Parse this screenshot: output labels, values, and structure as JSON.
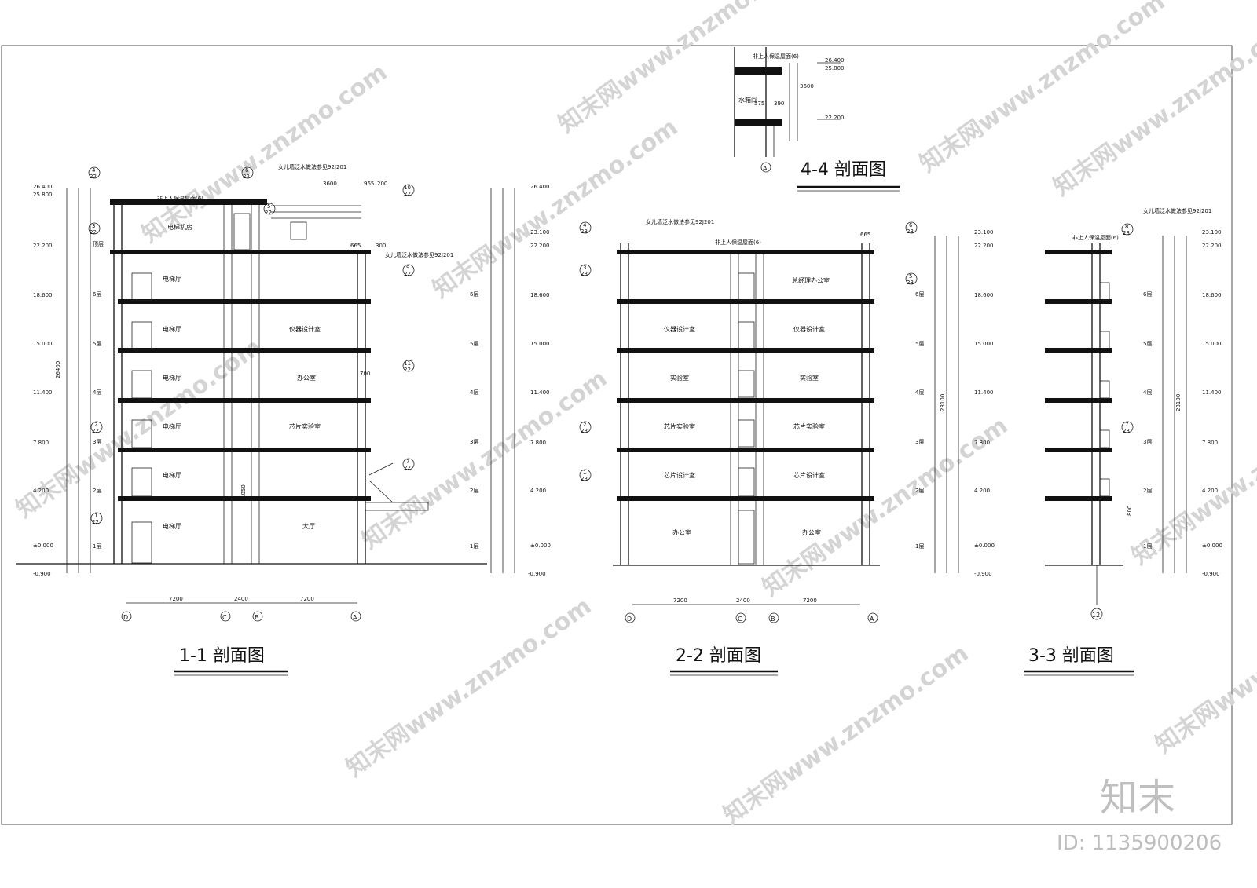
{
  "titles": {
    "s11": "1-1 剖面图",
    "s22": "2-2 剖面图",
    "s33": "3-3 剖面图",
    "s44": "4-4 剖面图"
  },
  "watermark": {
    "site": "www.znzmo.com",
    "brand": "知末网",
    "logo": "知末",
    "id": "ID: 1135900206"
  },
  "elevations": [
    "26.400",
    "25.800",
    "23.100",
    "22.200",
    "18.600",
    "15.000",
    "11.400",
    "7.800",
    "4.200",
    "±0.000",
    "-0.900"
  ],
  "floors": [
    "1层",
    "2层",
    "3层",
    "4层",
    "5层",
    "6层",
    "顶层"
  ],
  "axes": {
    "D": "D",
    "C": "C",
    "B": "B",
    "A": "A",
    "n12": "12"
  },
  "spans": {
    "a": "7200",
    "b": "2400",
    "c": "7200",
    "total": "26400",
    "total2": "23100"
  },
  "notes": {
    "roof": "非上人保温屋面(6)",
    "parapet": "女儿墙泛水做法参见92J201",
    "parapet2": "女儿墙泛水做法参见92J201",
    "d3600": "3600",
    "d965": "965",
    "d200": "200",
    "d665": "665",
    "d300": "300",
    "d575": "575",
    "d390": "390",
    "d700": "700",
    "d1050": "1050",
    "d800": "800"
  },
  "rooms_11": {
    "machine": "电梯机房",
    "lobby": "电梯厅",
    "instr": "仪器设计室",
    "office": "办公室",
    "chip_lab": "芯片实验室",
    "hall": "大厅",
    "water": "水箱间"
  },
  "rooms_22": {
    "gm": "总经理办公室",
    "instr": "仪器设计室",
    "lab": "实验室",
    "chip_lab": "芯片实验室",
    "chip_design": "芯片设计室",
    "office": "办公室"
  },
  "index_marks": {
    "m1": "1",
    "m2": "2",
    "m3": "3",
    "m4": "4",
    "m5": "5",
    "m6": "6",
    "m7": "7",
    "m8": "8",
    "m9": "9",
    "m10": "10",
    "m11": "11",
    "den22": "22",
    "den23": "23"
  }
}
